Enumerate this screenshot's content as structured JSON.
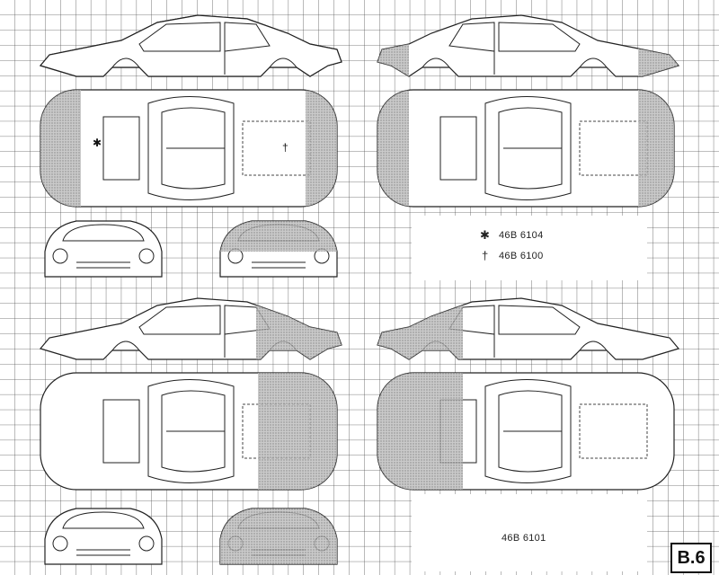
{
  "sheet": {
    "page_label": "B.6",
    "upper_legend": [
      {
        "symbol": "✱",
        "symbol_name": "asterisk",
        "code": "46B 6104"
      },
      {
        "symbol": "†",
        "symbol_name": "dagger",
        "code": "46B 6100"
      }
    ],
    "lower_legend": [
      {
        "code": "46B 6101"
      }
    ],
    "diagram_marks": {
      "asterisk": "✱",
      "dagger": "†"
    }
  }
}
